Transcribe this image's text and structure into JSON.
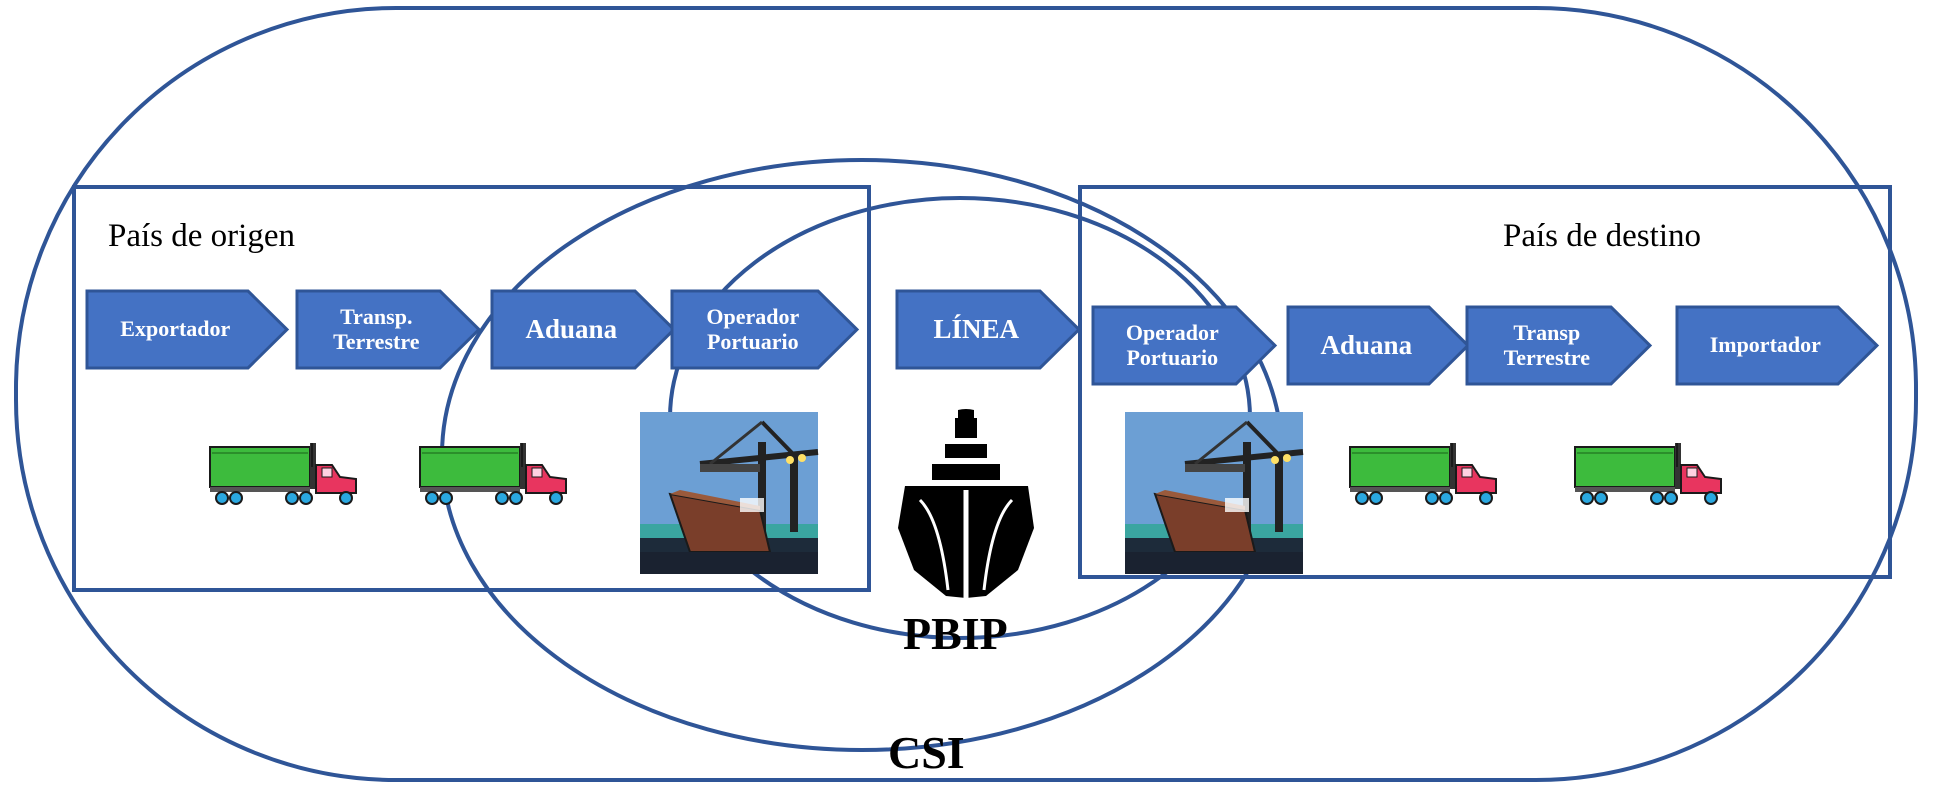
{
  "regions": {
    "origin_label": "País de origen",
    "destination_label": "País de destino"
  },
  "labels": {
    "csi": "CSI",
    "pbip": "PBIP"
  },
  "origin_steps": [
    {
      "label": "Exportador"
    },
    {
      "label": "Transp.\nTerrestre"
    },
    {
      "label": "Aduana"
    },
    {
      "label": "Operador\nPortuario"
    }
  ],
  "line_step": {
    "label": "LÍNEA"
  },
  "destination_steps": [
    {
      "label": "Operador\nPortuario"
    },
    {
      "label": "Aduana"
    },
    {
      "label": "Transp\nTerrestre"
    },
    {
      "label": "Importador"
    }
  ],
  "icons": [
    "truck-icon",
    "truck-icon",
    "port-crane-ship-icon",
    "ship-icon",
    "port-crane-ship-icon",
    "truck-icon",
    "truck-icon"
  ],
  "colors": {
    "arrow_fill": "#4472c4",
    "arrow_stroke": "#2f5597",
    "outline": "#2f5597",
    "truck_trailer": "#3dbb3d",
    "truck_cab": "#e8355f",
    "wheels": "#2aa8e0"
  }
}
